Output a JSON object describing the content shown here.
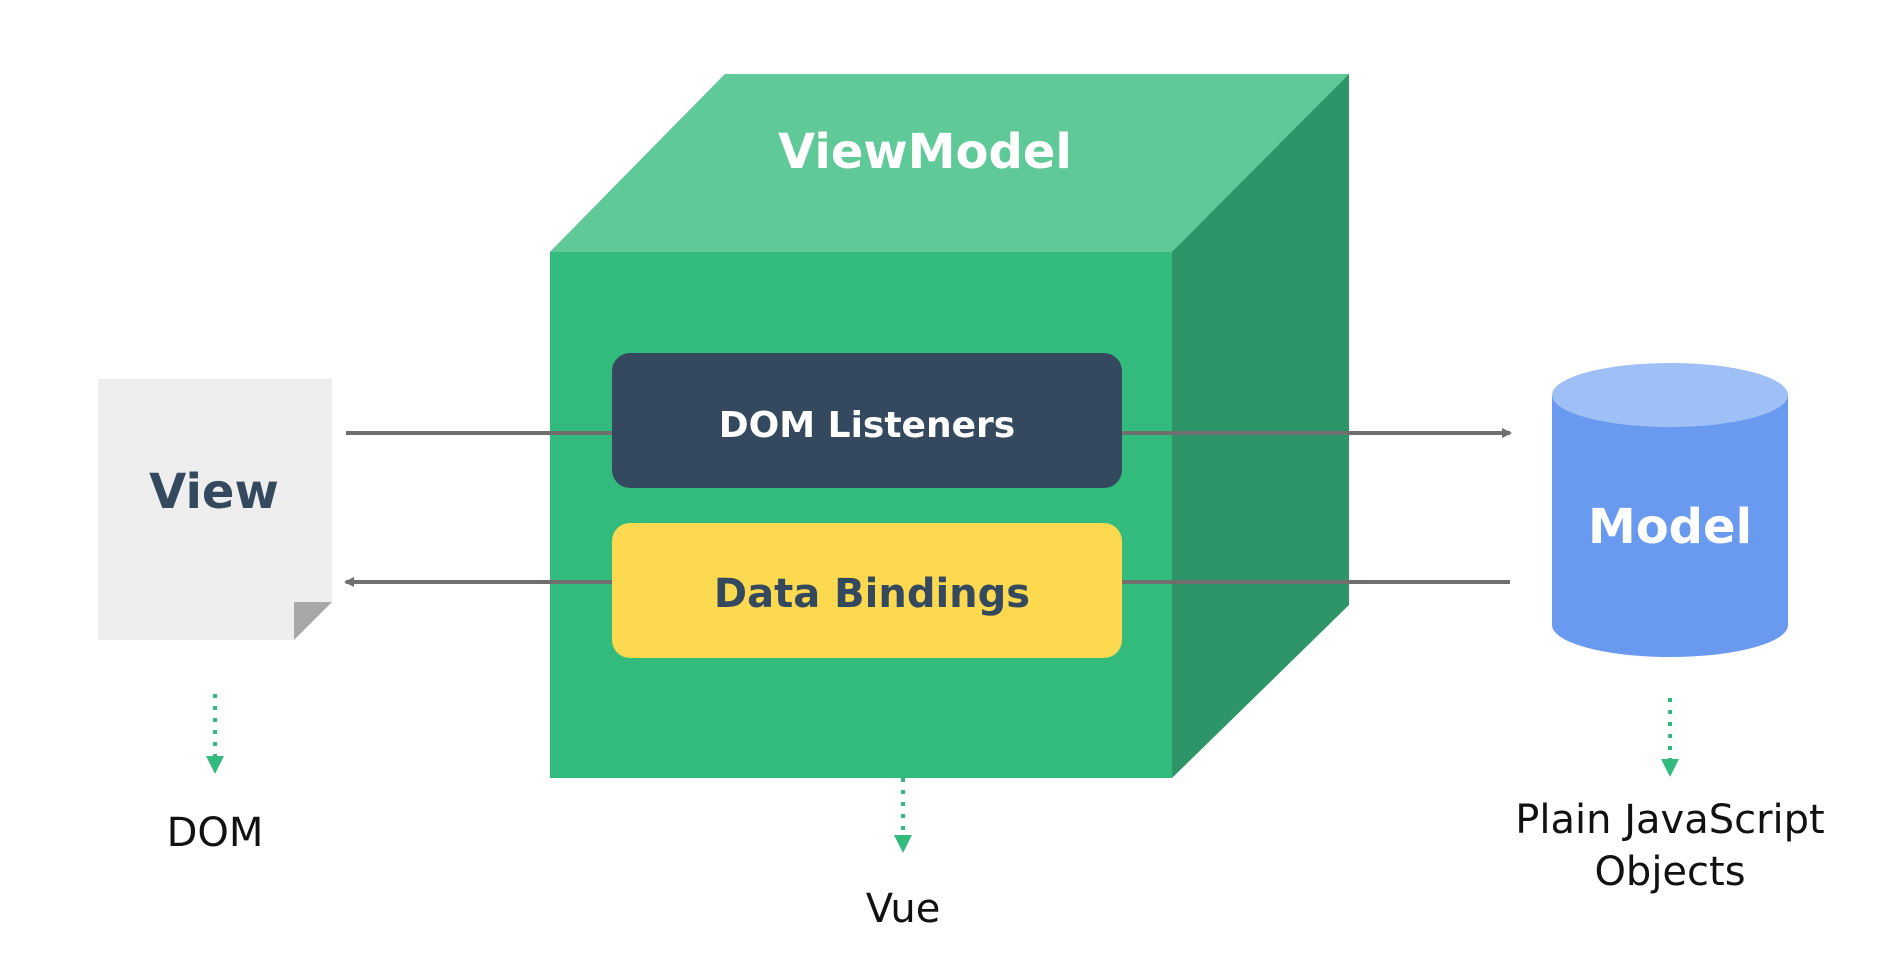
{
  "view": {
    "title": "View",
    "caption": "DOM"
  },
  "viewmodel": {
    "title": "ViewModel",
    "caption": "Vue",
    "dom_listeners_label": "DOM Listeners",
    "data_bindings_label": "Data Bindings"
  },
  "model": {
    "title": "Model",
    "caption_line1": "Plain JavaScript",
    "caption_line2": "Objects"
  },
  "colors": {
    "cube_front": "#33bb7e",
    "cube_top": "#5fca98",
    "cube_side": "#2d9568",
    "dom_listeners_box": "#34495e",
    "data_bindings_box": "#fcd94f",
    "model_body": "#6a9af0",
    "model_top": "#9fc0f7",
    "view_page": "#efeeef",
    "view_fold": "#a8a8a8",
    "arrow": "#6f6f6f",
    "dotted_arrow": "#33bb7e",
    "dark_text": "#34495e",
    "white_text": "#ffffff",
    "caption_text": "#111111"
  },
  "icons": {
    "view_page": "document-page-icon",
    "model_cylinder": "database-cylinder-icon"
  }
}
